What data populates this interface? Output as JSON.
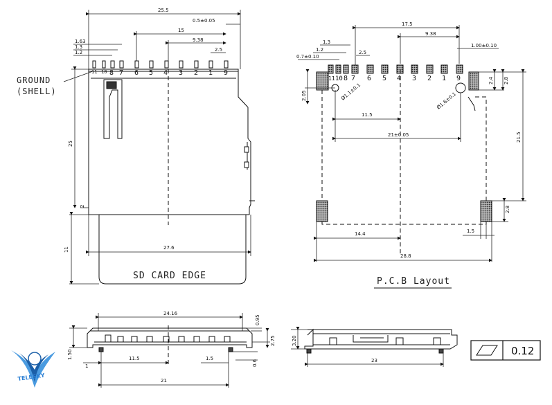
{
  "left_view": {
    "dims": {
      "d255": "25.5",
      "d05": "0.5±0.05",
      "d15": "15",
      "d938": "9.38",
      "d163": "1.63",
      "d13": "1.3",
      "d12": "1.2",
      "d25": "2.5",
      "dh25": "25",
      "dh2": "2",
      "dh11": "11",
      "d276": "27.6"
    },
    "pins": [
      "11",
      "10",
      "8",
      "7",
      "6",
      "5",
      "4",
      "3",
      "2",
      "1",
      "9"
    ],
    "ground_label_1": "GROUND",
    "ground_label_2": "(SHELL)",
    "card_edge_label": "SD CARD EDGE"
  },
  "pcb_view": {
    "dims": {
      "d175": "17.5",
      "d938": "9.38",
      "d13": "1.3",
      "d12": "1.2",
      "d07": "0.7±0.10",
      "d25": "2.5",
      "d100": "1.00±0.10",
      "d205": "2.05",
      "hole1": "Ø1.1±0.1",
      "hole2": "Ø1.6±0.1",
      "d115": "11.5",
      "d21": "21±0.05",
      "d24": "2.4",
      "d28a": "2.8",
      "d215": "21.5",
      "d28b": "2.8",
      "d15": "1.5",
      "d144": "14.4",
      "d288": "28.8"
    },
    "pins": [
      "11",
      "10",
      "8",
      "7",
      "6",
      "5",
      "4",
      "3",
      "2",
      "1",
      "9"
    ],
    "title": "P.C.B Layout"
  },
  "front_view": {
    "dims": {
      "d2416": "24.16",
      "d095": "0.95",
      "d150": "1.50",
      "d275": "2.75",
      "d1": "1",
      "d115": "11.5",
      "d15": "1.5",
      "d06": "0.6",
      "d21": "21"
    }
  },
  "side_view": {
    "dims": {
      "d320": "3.20",
      "d23": "23"
    }
  },
  "tolerance_box": {
    "value": "0.12"
  },
  "logo": {
    "text": "TELESKY",
    "color": "#2a7fd4"
  }
}
